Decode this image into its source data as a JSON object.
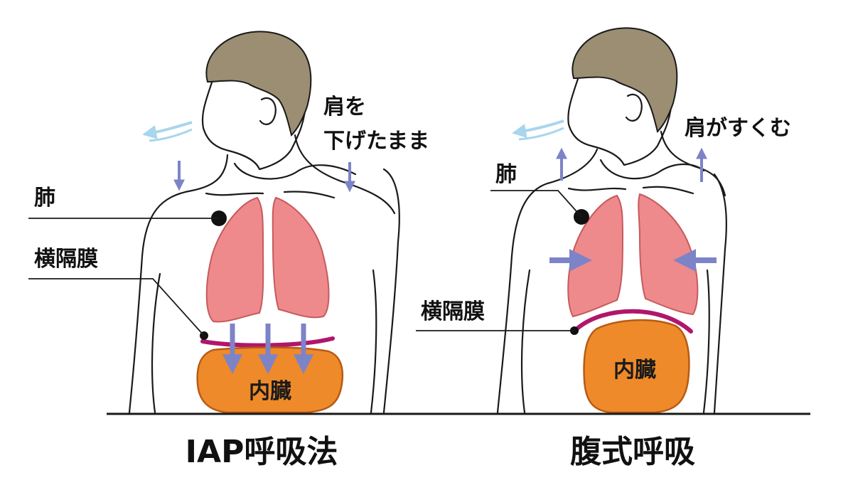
{
  "left_panel": {
    "caption": "IAP呼吸法",
    "shoulder_note": [
      "肩を",
      "下げたまま"
    ],
    "label_lung": "肺",
    "label_diaphragm": "横隔膜",
    "label_viscera": "内臓"
  },
  "right_panel": {
    "caption": "腹式呼吸",
    "shoulder_note": "肩がすくむ",
    "label_lung": "肺",
    "label_diaphragm": "横隔膜",
    "label_viscera": "内臓"
  },
  "colors": {
    "lung": "#ee8a8c",
    "lung_outline": "#c65a5e",
    "viscera": "#ee8a2a",
    "viscera_outline": "#b85a14",
    "diaphragm": "#b0166c",
    "arrow": "#7d83c7",
    "breath": "#a8d6ec",
    "hair": "#9b8e72",
    "skin": "#ffffff"
  },
  "icons": [
    "breath-out-icon",
    "arrow-down-icon",
    "arrow-up-icon",
    "arrow-right-icon",
    "arrow-left-icon"
  ]
}
